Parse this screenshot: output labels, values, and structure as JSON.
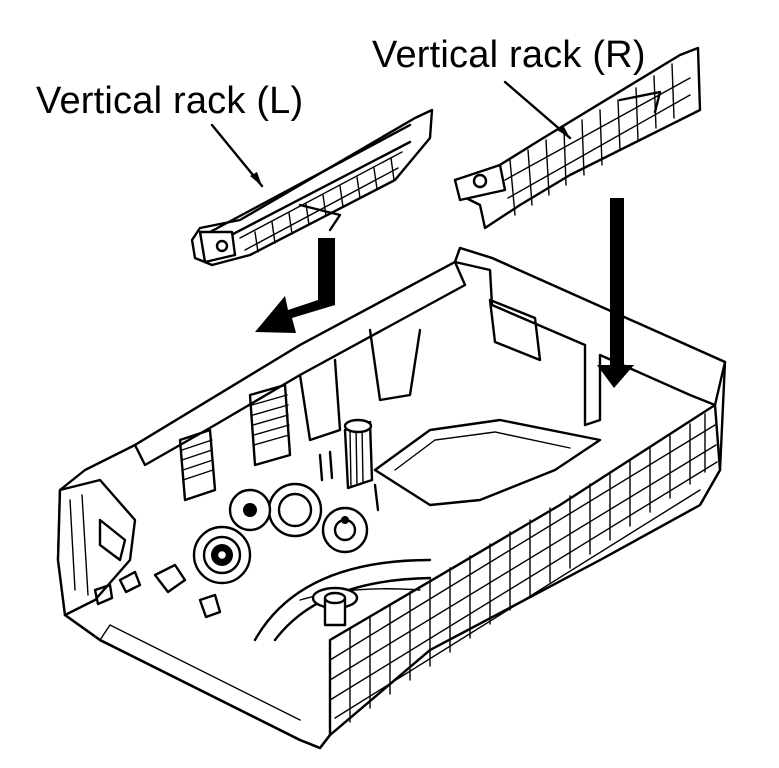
{
  "labels": {
    "left": "Vertical rack (L)",
    "right": "Vertical rack (R)"
  },
  "icons": {
    "rack_left": "vertical-rack-part",
    "rack_right": "vertical-rack-part",
    "chassis": "cassette-mechanism-chassis"
  },
  "colors": {
    "ink": "#000000",
    "paper": "#ffffff"
  }
}
